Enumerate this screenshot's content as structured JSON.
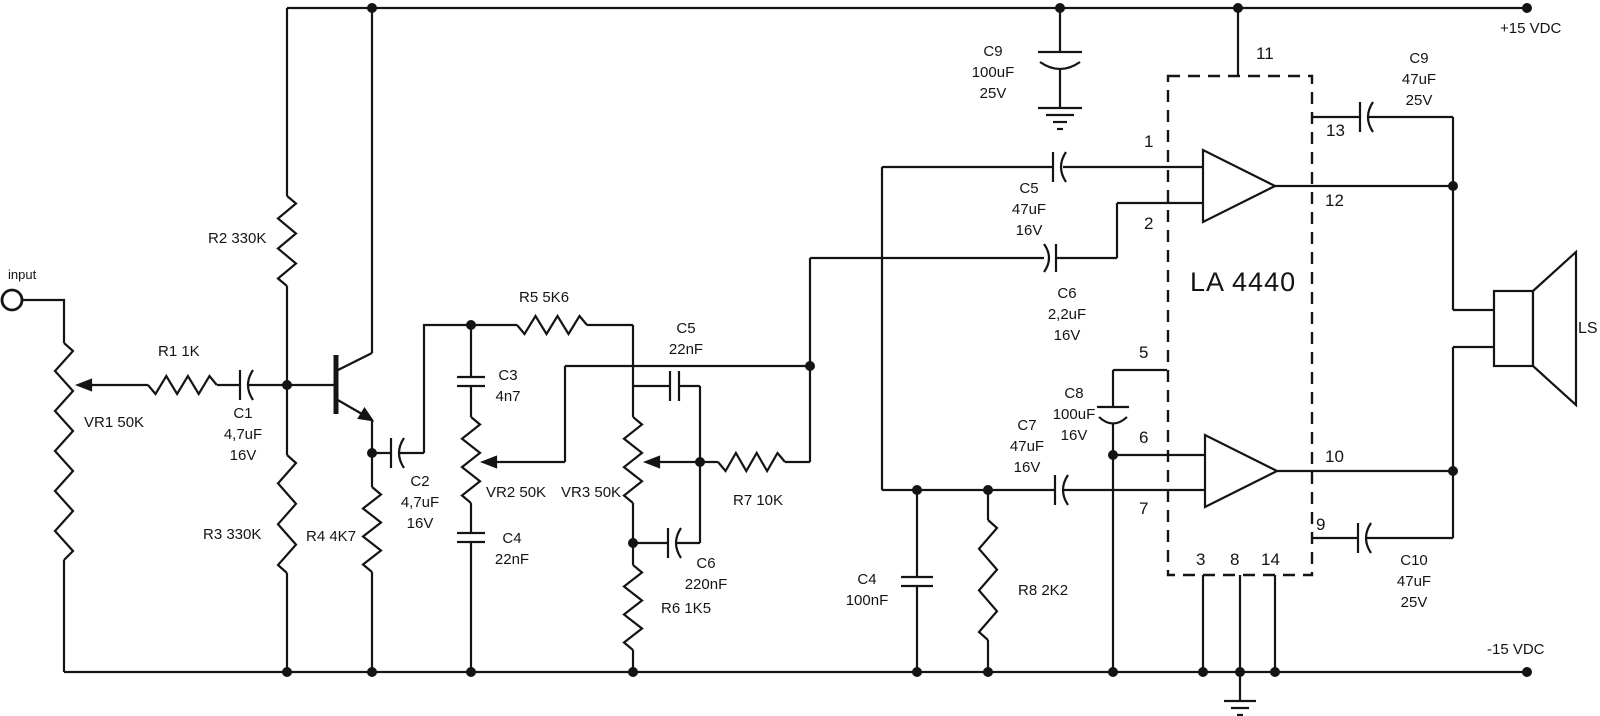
{
  "io": {
    "input_label": "input",
    "speaker_label": "LS"
  },
  "power": {
    "positive": "+15 VDC",
    "negative": "-15 VDC"
  },
  "ic": {
    "name": "LA 4440",
    "pins": {
      "p1": "1",
      "p2": "2",
      "p3": "3",
      "p5": "5",
      "p6": "6",
      "p7": "7",
      "p8": "8",
      "p9": "9",
      "p10": "10",
      "p11": "11",
      "p12": "12",
      "p13": "13",
      "p14": "14"
    }
  },
  "resistors": {
    "r1": "R1 1K",
    "r2": "R2 330K",
    "r3": "R3 330K",
    "r4": "R4 4K7",
    "r5": "R5 5K6",
    "r6": "R6 1K5",
    "r7": "R7 10K",
    "r8": "R8 2K2"
  },
  "potentiometers": {
    "vr1": "VR1 50K",
    "vr2": "VR2 50K",
    "vr3": "VR3 50K"
  },
  "capacitors": {
    "c1": {
      "name": "C1",
      "value": "4,7uF",
      "voltage": "16V"
    },
    "c2": {
      "name": "C2",
      "value": "4,7uF",
      "voltage": "16V"
    },
    "c3": {
      "name": "C3",
      "value": "4n7"
    },
    "c4_left": {
      "name": "C4",
      "value": "22nF"
    },
    "c5_left": {
      "name": "C5",
      "value": "22nF"
    },
    "c6_left": {
      "name": "C6",
      "value": "220nF"
    },
    "c4_right": {
      "name": "C4",
      "value": "100nF"
    },
    "c5_right": {
      "name": "C5",
      "value": "47uF",
      "voltage": "16V"
    },
    "c6_right": {
      "name": "C6",
      "value": "2,2uF",
      "voltage": "16V"
    },
    "c7": {
      "name": "C7",
      "value": "47uF",
      "voltage": "16V"
    },
    "c8": {
      "name": "C8",
      "value": "100uF",
      "voltage": "16V"
    },
    "c9_top": {
      "name": "C9",
      "value": "100uF",
      "voltage": "25V"
    },
    "c9_right": {
      "name": "C9",
      "value": "47uF",
      "voltage": "25V"
    },
    "c10": {
      "name": "C10",
      "value": "47uF",
      "voltage": "25V"
    }
  },
  "colors": {
    "line": "#141414",
    "background": "#ffffff"
  }
}
